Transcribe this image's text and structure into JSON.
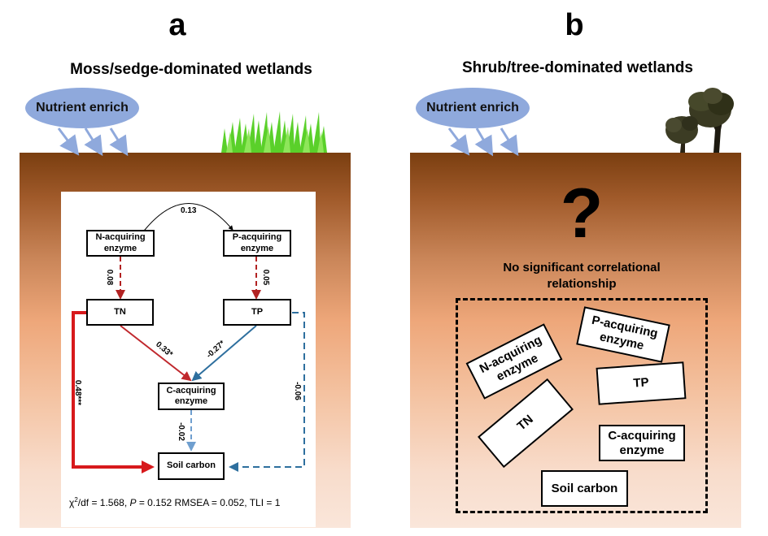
{
  "panel_a": {
    "letter": "a",
    "title": "Moss/sedge-dominated wetlands",
    "nutrient_label": "Nutrient enrich",
    "vegetation_icon": "grass-icon",
    "nodes": {
      "n_enzyme": "N-acquiring enzyme",
      "p_enzyme": "P-acquiring enzyme",
      "tn": "TN",
      "tp": "TP",
      "c_enzyme": "C-acquiring enzyme",
      "soil_carbon": "Soil carbon"
    },
    "paths": [
      {
        "from": "N-acquiring enzyme",
        "to": "P-acquiring enzyme",
        "coef": "0.13",
        "style": "double-headed curve",
        "color": "#000000"
      },
      {
        "from": "N-acquiring enzyme",
        "to": "TN",
        "coef": "0.08",
        "style": "dashed",
        "color": "#b22222"
      },
      {
        "from": "P-acquiring enzyme",
        "to": "TP",
        "coef": "0.05",
        "style": "dashed",
        "color": "#b22222"
      },
      {
        "from": "TN",
        "to": "C-acquiring enzyme",
        "coef": "0.33*",
        "style": "solid",
        "color": "#c0282d"
      },
      {
        "from": "TP",
        "to": "C-acquiring enzyme",
        "coef": "-0.27*",
        "style": "solid",
        "color": "#2e6f9e"
      },
      {
        "from": "TN",
        "to": "Soil carbon",
        "coef": "0.48***",
        "style": "solid-thick",
        "color": "#d7191c"
      },
      {
        "from": "C-acquiring enzyme",
        "to": "Soil carbon",
        "coef": "-0.02",
        "style": "dashed",
        "color": "#6f9fcf"
      },
      {
        "from": "TP",
        "to": "Soil carbon",
        "coef": "-0.06",
        "style": "dashed",
        "color": "#2e6f9e"
      }
    ],
    "fit_stats": {
      "chi_label": "χ",
      "chi_sup": "2",
      "chi_rest": "/df = 1.568, ",
      "p_label": "P",
      "rest": " = 0.152 RMSEA = 0.052, TLI = 1"
    }
  },
  "panel_b": {
    "letter": "b",
    "title": "Shrub/tree-dominated wetlands",
    "nutrient_label": "Nutrient enrich",
    "vegetation_icon": "tree-icon",
    "question_mark": "?",
    "note": "No significant correlational relationship",
    "nodes": {
      "n_enzyme": "N-acquiring enzyme",
      "p_enzyme": "P-acquiring enzyme",
      "tp": "TP",
      "tn": "TN",
      "c_enzyme": "C-acquiring enzyme",
      "soil_carbon": "Soil carbon"
    }
  },
  "colors": {
    "soil_top": "#7a3e10",
    "soil_bottom": "#fae6da",
    "nutrient_ellipse": "#8fa9dc",
    "nutrient_arrow": "#8fa9dc",
    "positive_path": "#c0282d",
    "negative_path": "#2e6f9e"
  }
}
